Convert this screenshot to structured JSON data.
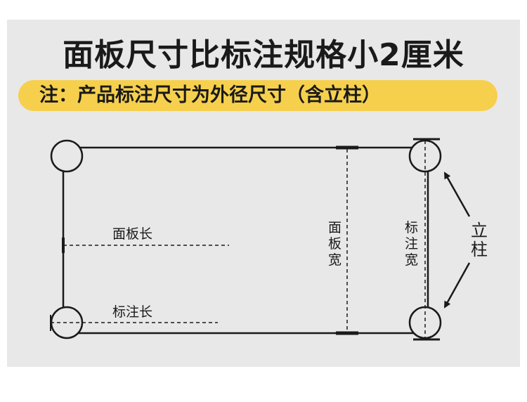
{
  "title": "面板尺寸比标注规格小2厘米",
  "note": "注：产品标注尺寸为外径尺寸（含立柱）",
  "labels": {
    "panel_length": "面板长",
    "marked_length": "标注长",
    "panel_width": [
      "面",
      "板",
      "宽"
    ],
    "marked_width": [
      "标",
      "注",
      "宽"
    ],
    "post": [
      "立",
      "柱"
    ]
  },
  "colors": {
    "background": "#e8e8e8",
    "note_highlight": "#f6d04d",
    "line": "#1a1a1a"
  }
}
